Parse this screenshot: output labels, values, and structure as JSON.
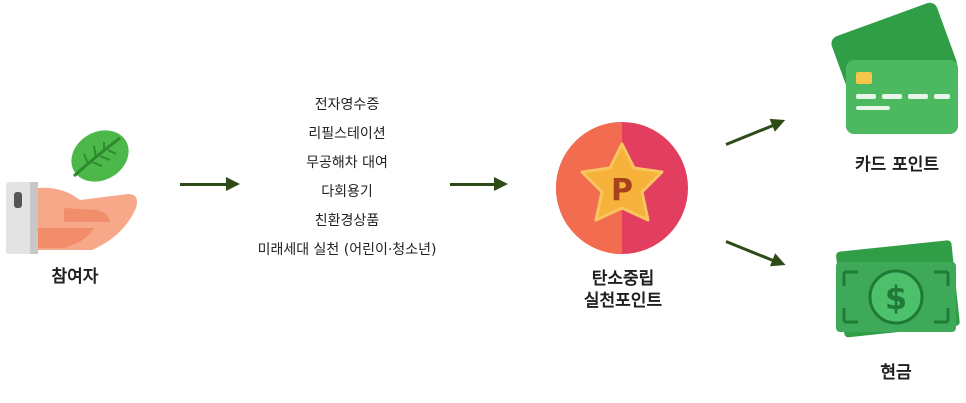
{
  "participant": {
    "label": "참여자",
    "icon": "hand-holding-leaf-icon"
  },
  "activities": [
    "전자영수증",
    "리필스테이션",
    "무공해차 대여",
    "다회용기",
    "친환경상품",
    "미래세대 실천 (어린이·청소년)"
  ],
  "points": {
    "line1": "탄소중립",
    "line2": "실천포인트",
    "icon": "star-p-coin-icon"
  },
  "outputs": {
    "card": {
      "label": "카드 포인트",
      "icon": "credit-card-icon"
    },
    "cash": {
      "label": "현금",
      "icon": "banknote-icon"
    }
  },
  "colors": {
    "arrow": "#2e4a16",
    "coin_left": "#f26c4f",
    "coin_right": "#e23e5f",
    "star": "#f7b23b",
    "card_green": "#4cb85f",
    "cash_green": "#3fa95a"
  }
}
